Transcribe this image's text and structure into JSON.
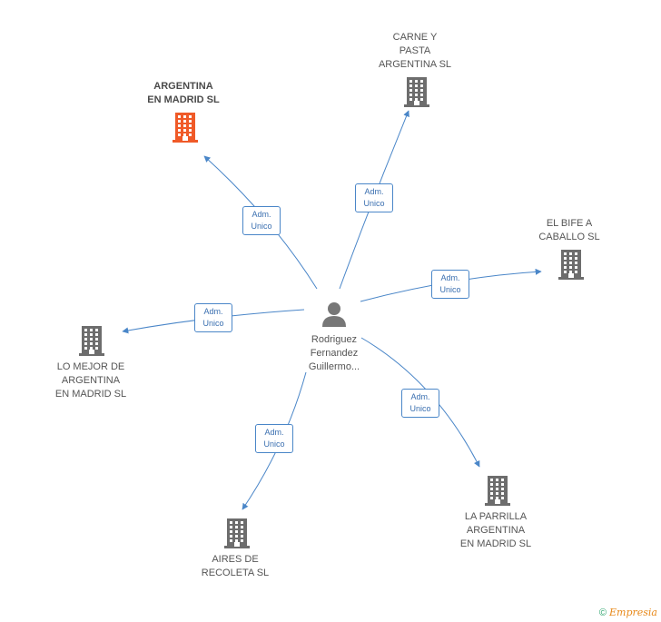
{
  "colors": {
    "edge": "#4a86c8",
    "company": "#6d6d6d",
    "company_highlight": "#f05a28",
    "person": "#777777"
  },
  "center": {
    "name": "Rodriguez\nFernandez\nGuillermo...",
    "icon": "person-icon"
  },
  "companies": [
    {
      "id": "argentina-en-madrid",
      "name": "ARGENTINA\nEN MADRID SL",
      "highlight": true,
      "icon": "building-icon"
    },
    {
      "id": "carne-y-pasta",
      "name": "CARNE Y\nPASTA\nARGENTINA SL",
      "highlight": false,
      "icon": "building-icon"
    },
    {
      "id": "el-bife-a-caballo",
      "name": "EL BIFE A\nCABALLO SL",
      "highlight": false,
      "icon": "building-icon"
    },
    {
      "id": "lo-mejor-de-argentina",
      "name": "LO MEJOR DE\nARGENTINA\nEN MADRID SL",
      "highlight": false,
      "icon": "building-icon"
    },
    {
      "id": "la-parrilla-argentina",
      "name": "LA PARRILLA\nARGENTINA\nEN MADRID SL",
      "highlight": false,
      "icon": "building-icon"
    },
    {
      "id": "aires-de-recoleta",
      "name": "AIRES DE\nRECOLETA SL",
      "highlight": false,
      "icon": "building-icon"
    }
  ],
  "edges": [
    {
      "to": "argentina-en-madrid",
      "label": "Adm.\nUnico"
    },
    {
      "to": "carne-y-pasta",
      "label": "Adm.\nUnico"
    },
    {
      "to": "el-bife-a-caballo",
      "label": "Adm.\nUnico"
    },
    {
      "to": "lo-mejor-de-argentina",
      "label": "Adm.\nUnico"
    },
    {
      "to": "la-parrilla-argentina",
      "label": "Adm.\nUnico"
    },
    {
      "to": "aires-de-recoleta",
      "label": "Adm.\nUnico"
    }
  ],
  "footer": {
    "copyright": "©",
    "brand": "Empresia"
  }
}
